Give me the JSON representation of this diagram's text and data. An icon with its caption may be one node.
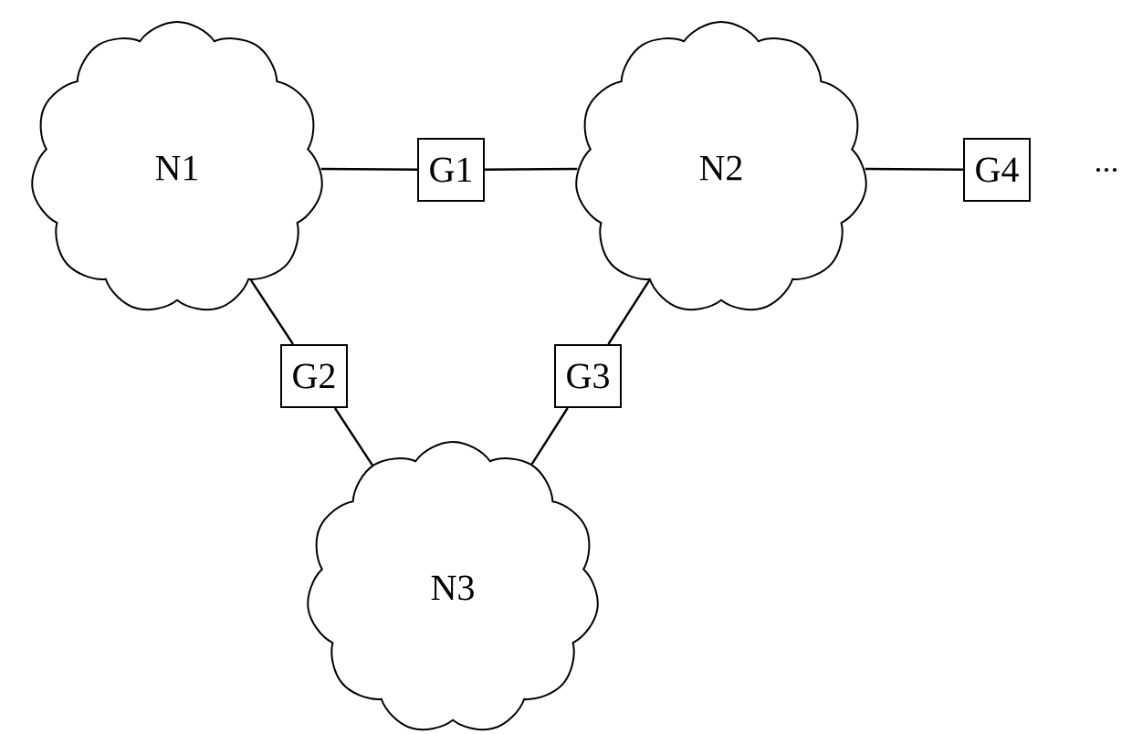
{
  "diagram": {
    "nodes": [
      {
        "text": [
          "N1"
        ]
      },
      {
        "text": [
          "N2"
        ]
      },
      {
        "text": [
          "N3"
        ]
      },
      {
        "text": [
          "G1"
        ]
      },
      {
        "text": [
          "G2"
        ]
      },
      {
        "text": [
          "G3"
        ]
      },
      {
        "text": [
          "G4"
        ]
      }
    ],
    "edges": [
      {
        "from": 0,
        "to": 3,
        "arrow": "none"
      },
      {
        "from": 3,
        "to": 1,
        "arrow": "none"
      },
      {
        "from": 0,
        "to": 4,
        "arrow": "none"
      },
      {
        "from": 4,
        "to": 2,
        "arrow": "none"
      },
      {
        "from": 1,
        "to": 5,
        "arrow": "none"
      },
      {
        "from": 5,
        "to": 2,
        "arrow": "none"
      },
      {
        "from": 1,
        "to": 6,
        "arrow": "none"
      }
    ],
    "labels": [
      "..."
    ]
  }
}
